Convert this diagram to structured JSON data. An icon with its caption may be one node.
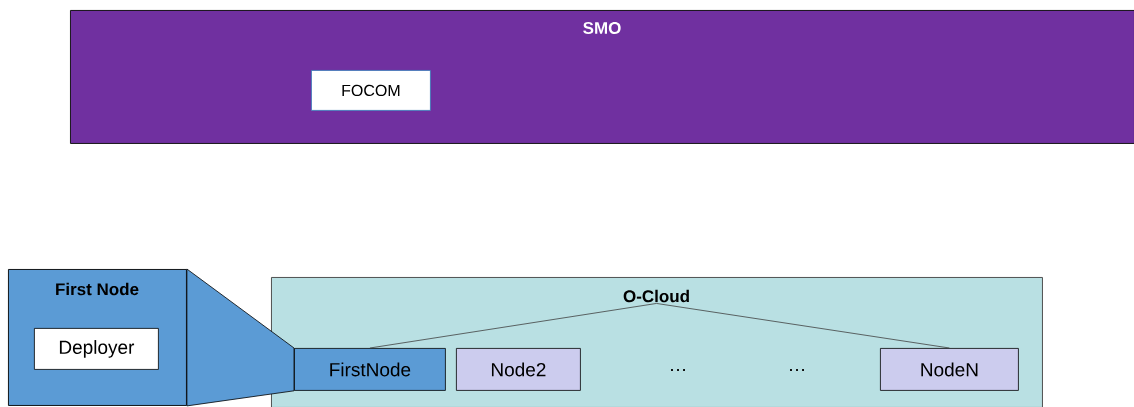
{
  "diagram": {
    "nodes": [
      {
        "text": [
          "SMO"
        ]
      },
      {
        "text": [
          "FOCOM"
        ],
        "in": 0
      },
      {
        "text": [
          "First Node"
        ]
      },
      {
        "text": [
          "Deployer"
        ],
        "in": 2
      },
      {
        "text": [
          "O-Cloud"
        ]
      },
      {
        "text": [
          "FirstNode"
        ],
        "in": 4
      },
      {
        "text": [
          "Node2"
        ],
        "in": 4
      },
      {
        "text": [
          "NodeN"
        ],
        "in": 4
      }
    ],
    "edges": [
      {
        "from": 2,
        "to": 5,
        "arrow": "none"
      },
      {
        "from": 4,
        "to": 5,
        "arrow": "none"
      },
      {
        "from": 4,
        "to": 7,
        "arrow": "none"
      }
    ],
    "labels": [
      "…",
      "…"
    ]
  }
}
